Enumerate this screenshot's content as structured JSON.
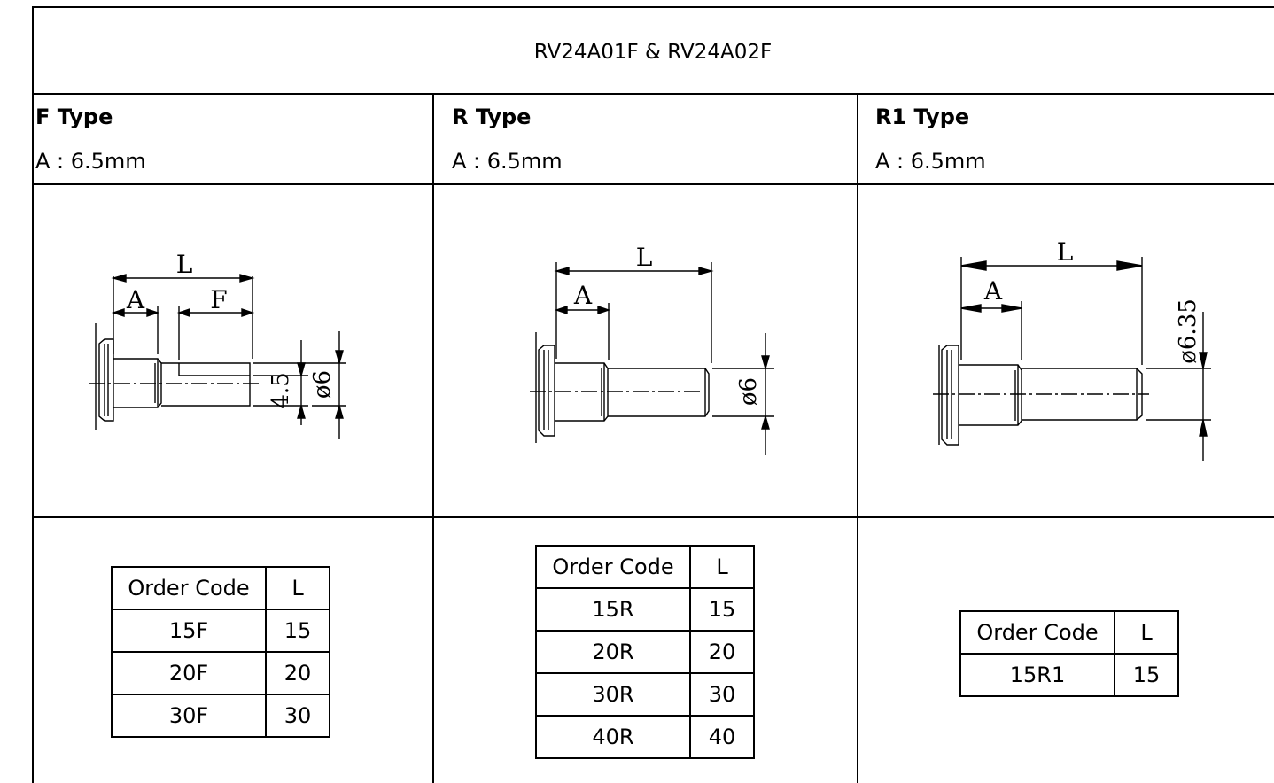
{
  "table": {
    "title": "RV24A01F & RV24A02F",
    "columns": [
      {
        "name": "F Type",
        "a_label": "A : 6.5mm",
        "drawing": {
          "dims": [
            "L",
            "A",
            "F",
            "4.5",
            "ø6"
          ]
        },
        "order_header": [
          "Order Code",
          "L"
        ],
        "rows": [
          {
            "code": "15F",
            "length": "15"
          },
          {
            "code": "20F",
            "length": "20"
          },
          {
            "code": "30F",
            "length": "30"
          }
        ]
      },
      {
        "name": "R Type",
        "a_label": "A : 6.5mm",
        "drawing": {
          "dims": [
            "L",
            "A",
            "ø6"
          ]
        },
        "order_header": [
          "Order Code",
          "L"
        ],
        "rows": [
          {
            "code": "15R",
            "length": "15"
          },
          {
            "code": "20R",
            "length": "20"
          },
          {
            "code": "30R",
            "length": "30"
          },
          {
            "code": "40R",
            "length": "40"
          }
        ]
      },
      {
        "name": "R1 Type",
        "a_label": "A : 6.5mm",
        "drawing": {
          "dims": [
            "L",
            "A",
            "ø6.35"
          ]
        },
        "order_header": [
          "Order Code",
          "L"
        ],
        "rows": [
          {
            "code": "15R1",
            "length": "15"
          }
        ]
      }
    ]
  }
}
